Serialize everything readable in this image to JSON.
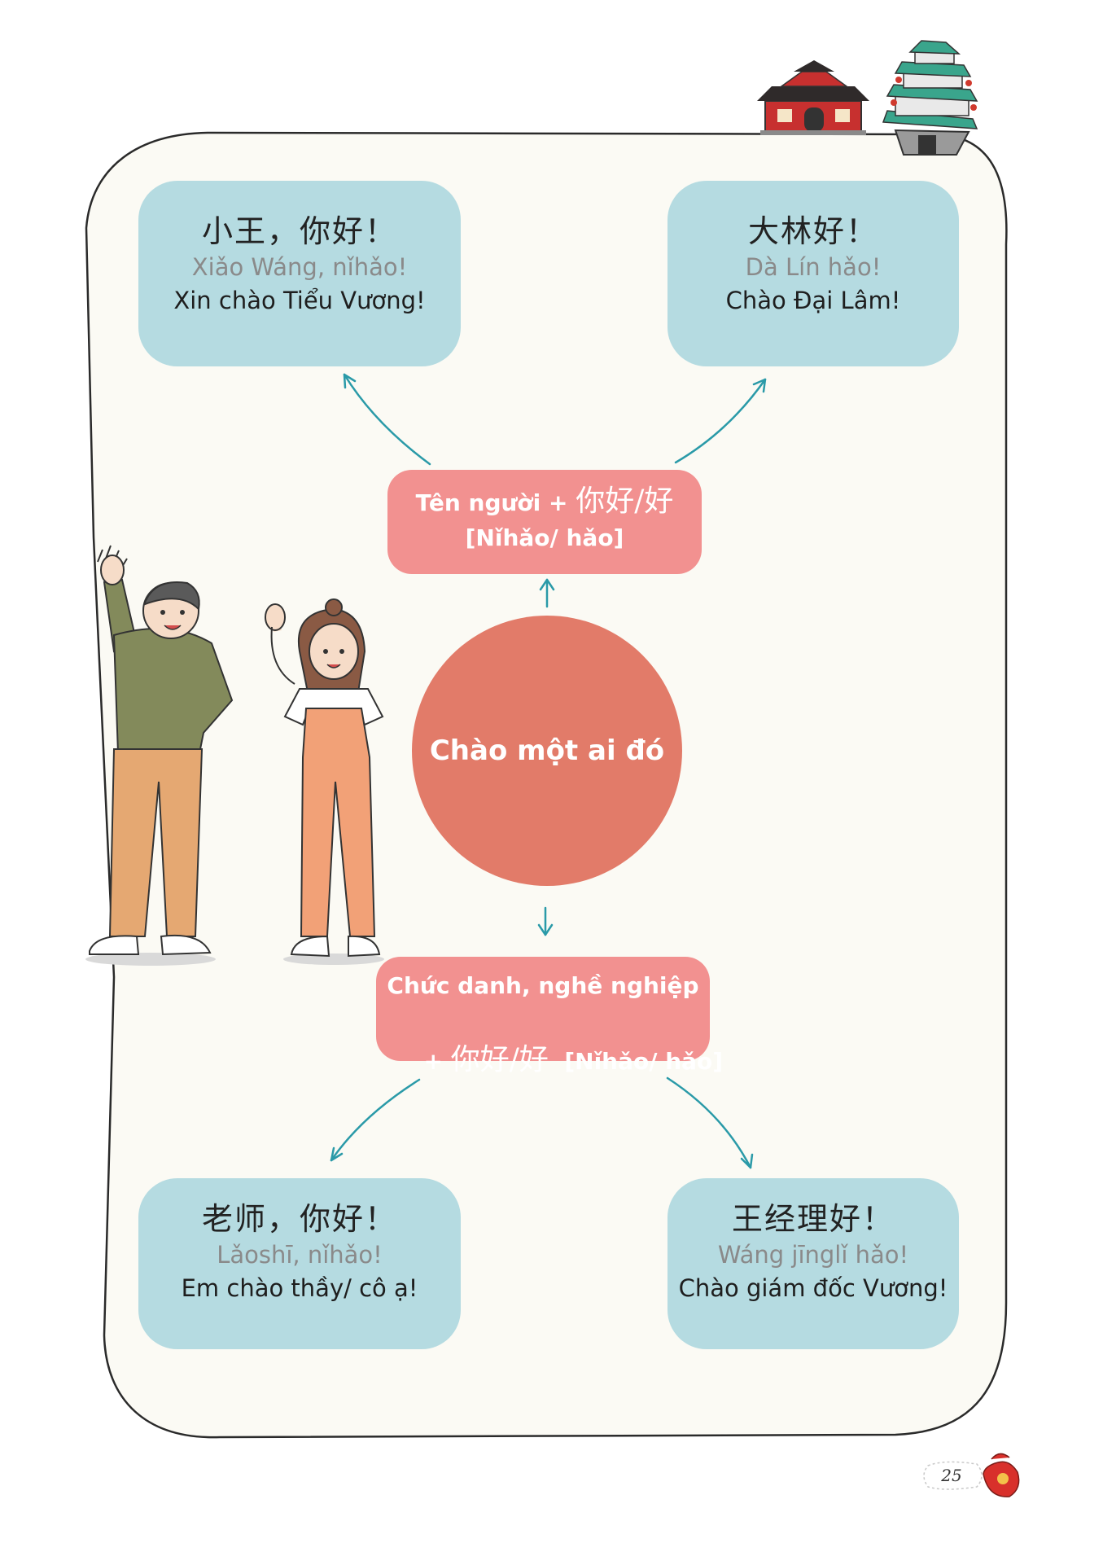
{
  "center": {
    "label": "Chào một ai đó"
  },
  "rules": {
    "top": {
      "line1_text": "Tên người + ",
      "line1_cjk": "你好/好",
      "line2": "[Nǐhǎo/ hǎo]"
    },
    "bottom": {
      "line1": "Chức danh, nghề nghiệp",
      "line2_prefix": "+ ",
      "line2_cjk": "你好/好",
      "line2_suffix": "  [Nǐhǎo/ hǎo]"
    }
  },
  "cards": [
    {
      "zh": "小王，你好！",
      "pinyin": "Xiǎo Wáng, nǐhǎo!",
      "vi": "Xin chào Tiểu Vương!"
    },
    {
      "zh": "大林好！",
      "pinyin": "Dà Lín hǎo!",
      "vi": "Chào Đại Lâm!"
    },
    {
      "zh": "老师，你好！",
      "pinyin": "Lǎoshī, nǐhǎo!",
      "vi": "Em chào thầy/ cô ạ!"
    },
    {
      "zh": "王经理好！",
      "pinyin": "Wáng jīnglǐ hǎo!",
      "vi": "Chào giám đốc Vương!"
    }
  ],
  "page_number": "25",
  "colors": {
    "card": "#b5dbe1",
    "rule": "#f29190",
    "circle": "#e27b69",
    "arrow": "#2a9aa8",
    "frame_fill": "#fbfaf4"
  }
}
